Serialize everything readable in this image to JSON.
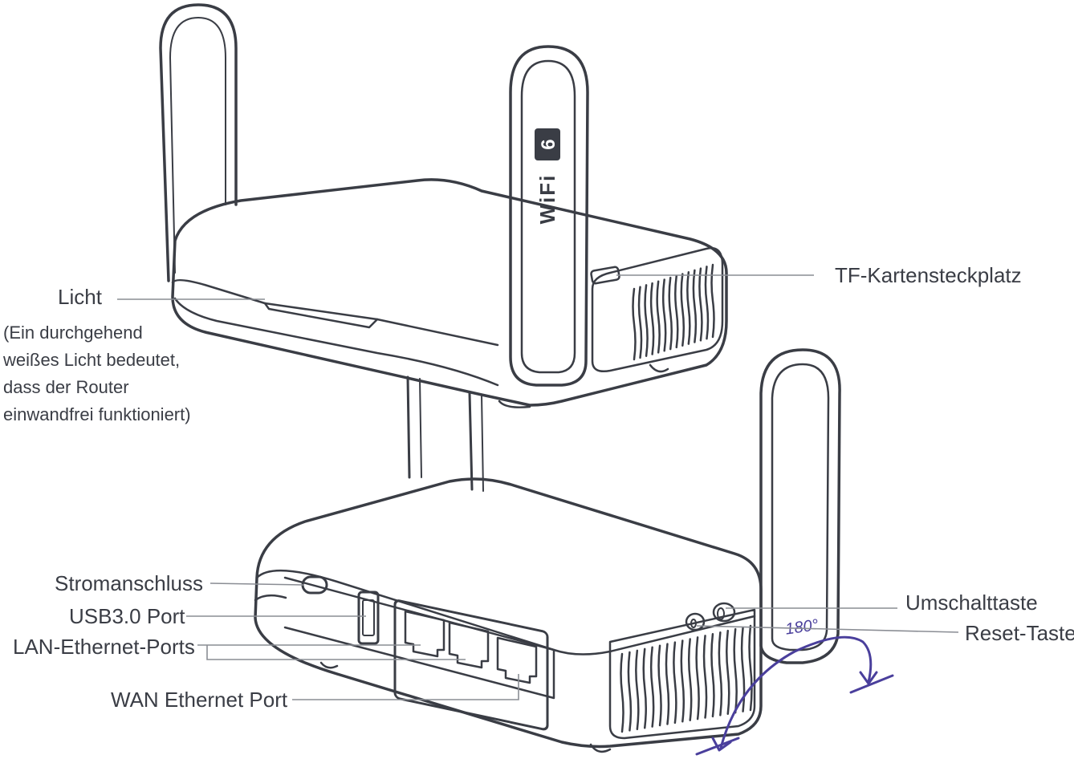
{
  "labels": {
    "light": "Licht",
    "light_note": [
      "(Ein durchgehend",
      "weißes Licht bedeutet,",
      "dass der Router",
      "einwandfrei funktioniert)"
    ],
    "tf_slot": "TF-Kartensteckplatz",
    "power": "Stromanschluss",
    "usb": "USB3.0 Port",
    "lan": "LAN-Ethernet-Ports",
    "wan": "WAN Ethernet Port",
    "toggle": "Umschalttaste",
    "reset": "Reset-Taste"
  },
  "device": {
    "wifi_badge_text": "WiFi",
    "wifi_badge_number": "6",
    "rotation_label": "180°"
  },
  "colors": {
    "outline": "#3a3d45",
    "leader": "#8a8d94",
    "accent": "#4a3f9c",
    "background": "#ffffff"
  }
}
